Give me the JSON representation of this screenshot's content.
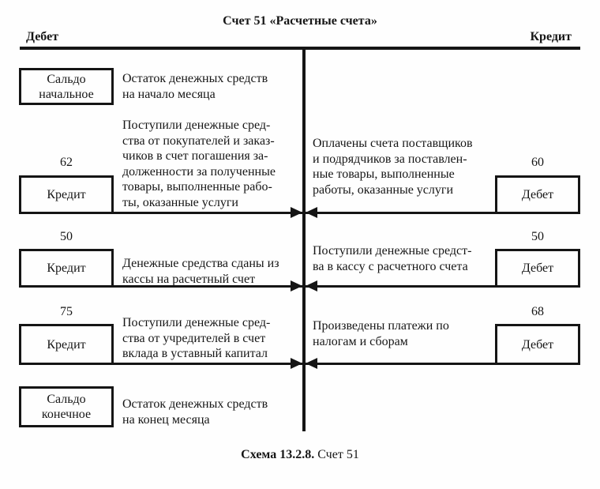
{
  "page": {
    "title": "Счет 51 «Расчетные счета»",
    "left_header": "Дебет",
    "right_header": "Кредит",
    "caption_bold": "Схема 13.2.8.",
    "caption_rest": " Счет 51"
  },
  "left_column": {
    "saldo_start": {
      "label": "Сальдо\nначальное",
      "desc": "Остаток денежных средств\nна начало месяца"
    },
    "entries": [
      {
        "account": "62",
        "box_label": "Кредит",
        "desc": "Поступили денежные сред-\nства от покупателей и заказ-\nчиков в счет погашения за-\nдолженности за полученные\nтовары, выполненные рабо-\nты, оказанные услуги"
      },
      {
        "account": "50",
        "box_label": "Кредит",
        "desc": "Денежные средства сданы из\nкассы на расчетный счет"
      },
      {
        "account": "75",
        "box_label": "Кредит",
        "desc": "Поступили денежные сред-\nства от учредителей в счет\nвклада в уставный капитал"
      }
    ],
    "saldo_end": {
      "label": "Сальдо\nконечное",
      "desc": "Остаток денежных средств\nна конец месяца"
    }
  },
  "right_column": {
    "entries": [
      {
        "account": "60",
        "box_label": "Дебет",
        "desc": "Оплачены счета поставщиков\nи подрядчиков за поставлен-\nные товары, выполненные\nработы, оказанные услуги"
      },
      {
        "account": "50",
        "box_label": "Дебет",
        "desc": "Поступили денежные средст-\nва в кассу с расчетного счета"
      },
      {
        "account": "68",
        "box_label": "Дебет",
        "desc": "Произведены платежи по\nналогам и сборам"
      }
    ]
  },
  "colors": {
    "ink": "#151515",
    "background": "#fefefe"
  }
}
